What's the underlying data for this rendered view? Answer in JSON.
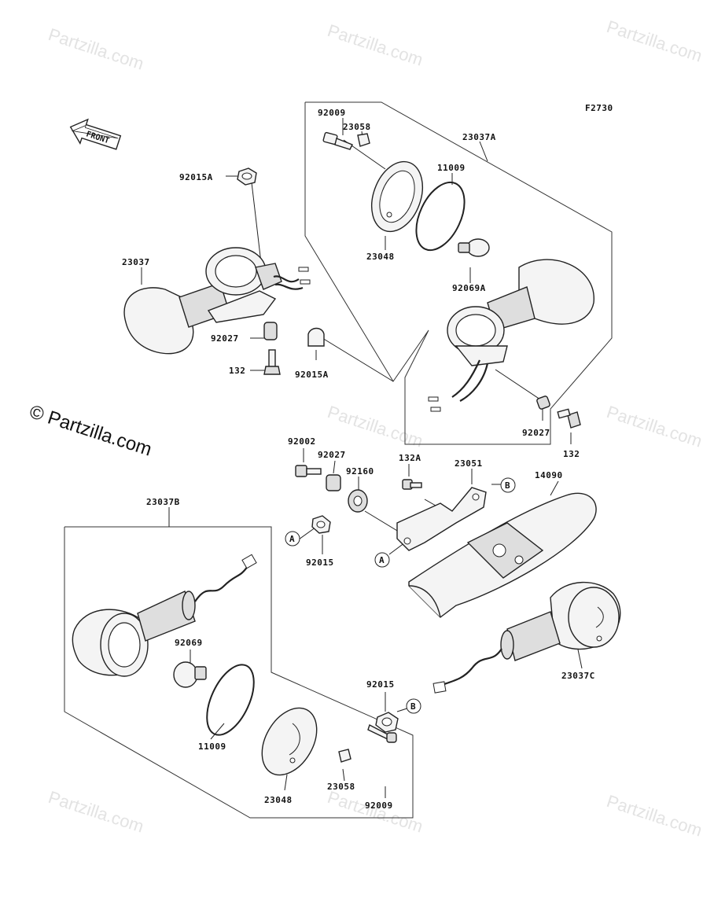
{
  "watermark": {
    "text": "Partzilla.com",
    "symbol": "©",
    "main_text": "© Partzilla.com"
  },
  "figure_code": "F2730",
  "front_arrow": "FRONT",
  "callouts": {
    "a": "A",
    "b": "B"
  },
  "labels": {
    "p92009_top": "92009",
    "p23058_top": "23058",
    "p23037A": "23037A",
    "p11009_top": "11009",
    "p23048_top": "23048",
    "p92069A": "92069A",
    "p92015A_top": "92015A",
    "p23037": "23037",
    "p92027_left": "92027",
    "p132_left": "132",
    "p92015A_mid": "92015A",
    "p92027_right": "92027",
    "p132_right": "132",
    "p92002": "92002",
    "p92027_mid": "92027",
    "p92160": "92160",
    "p132A": "132A",
    "p23051": "23051",
    "p14090": "14090",
    "p23037B": "23037B",
    "p92015_left": "92015",
    "p92069": "92069",
    "p11009_bot": "11009",
    "p23048_bot": "23048",
    "p23058_bot": "23058",
    "p92009_bot": "92009",
    "p92015_right": "92015",
    "p23037C": "23037C"
  }
}
